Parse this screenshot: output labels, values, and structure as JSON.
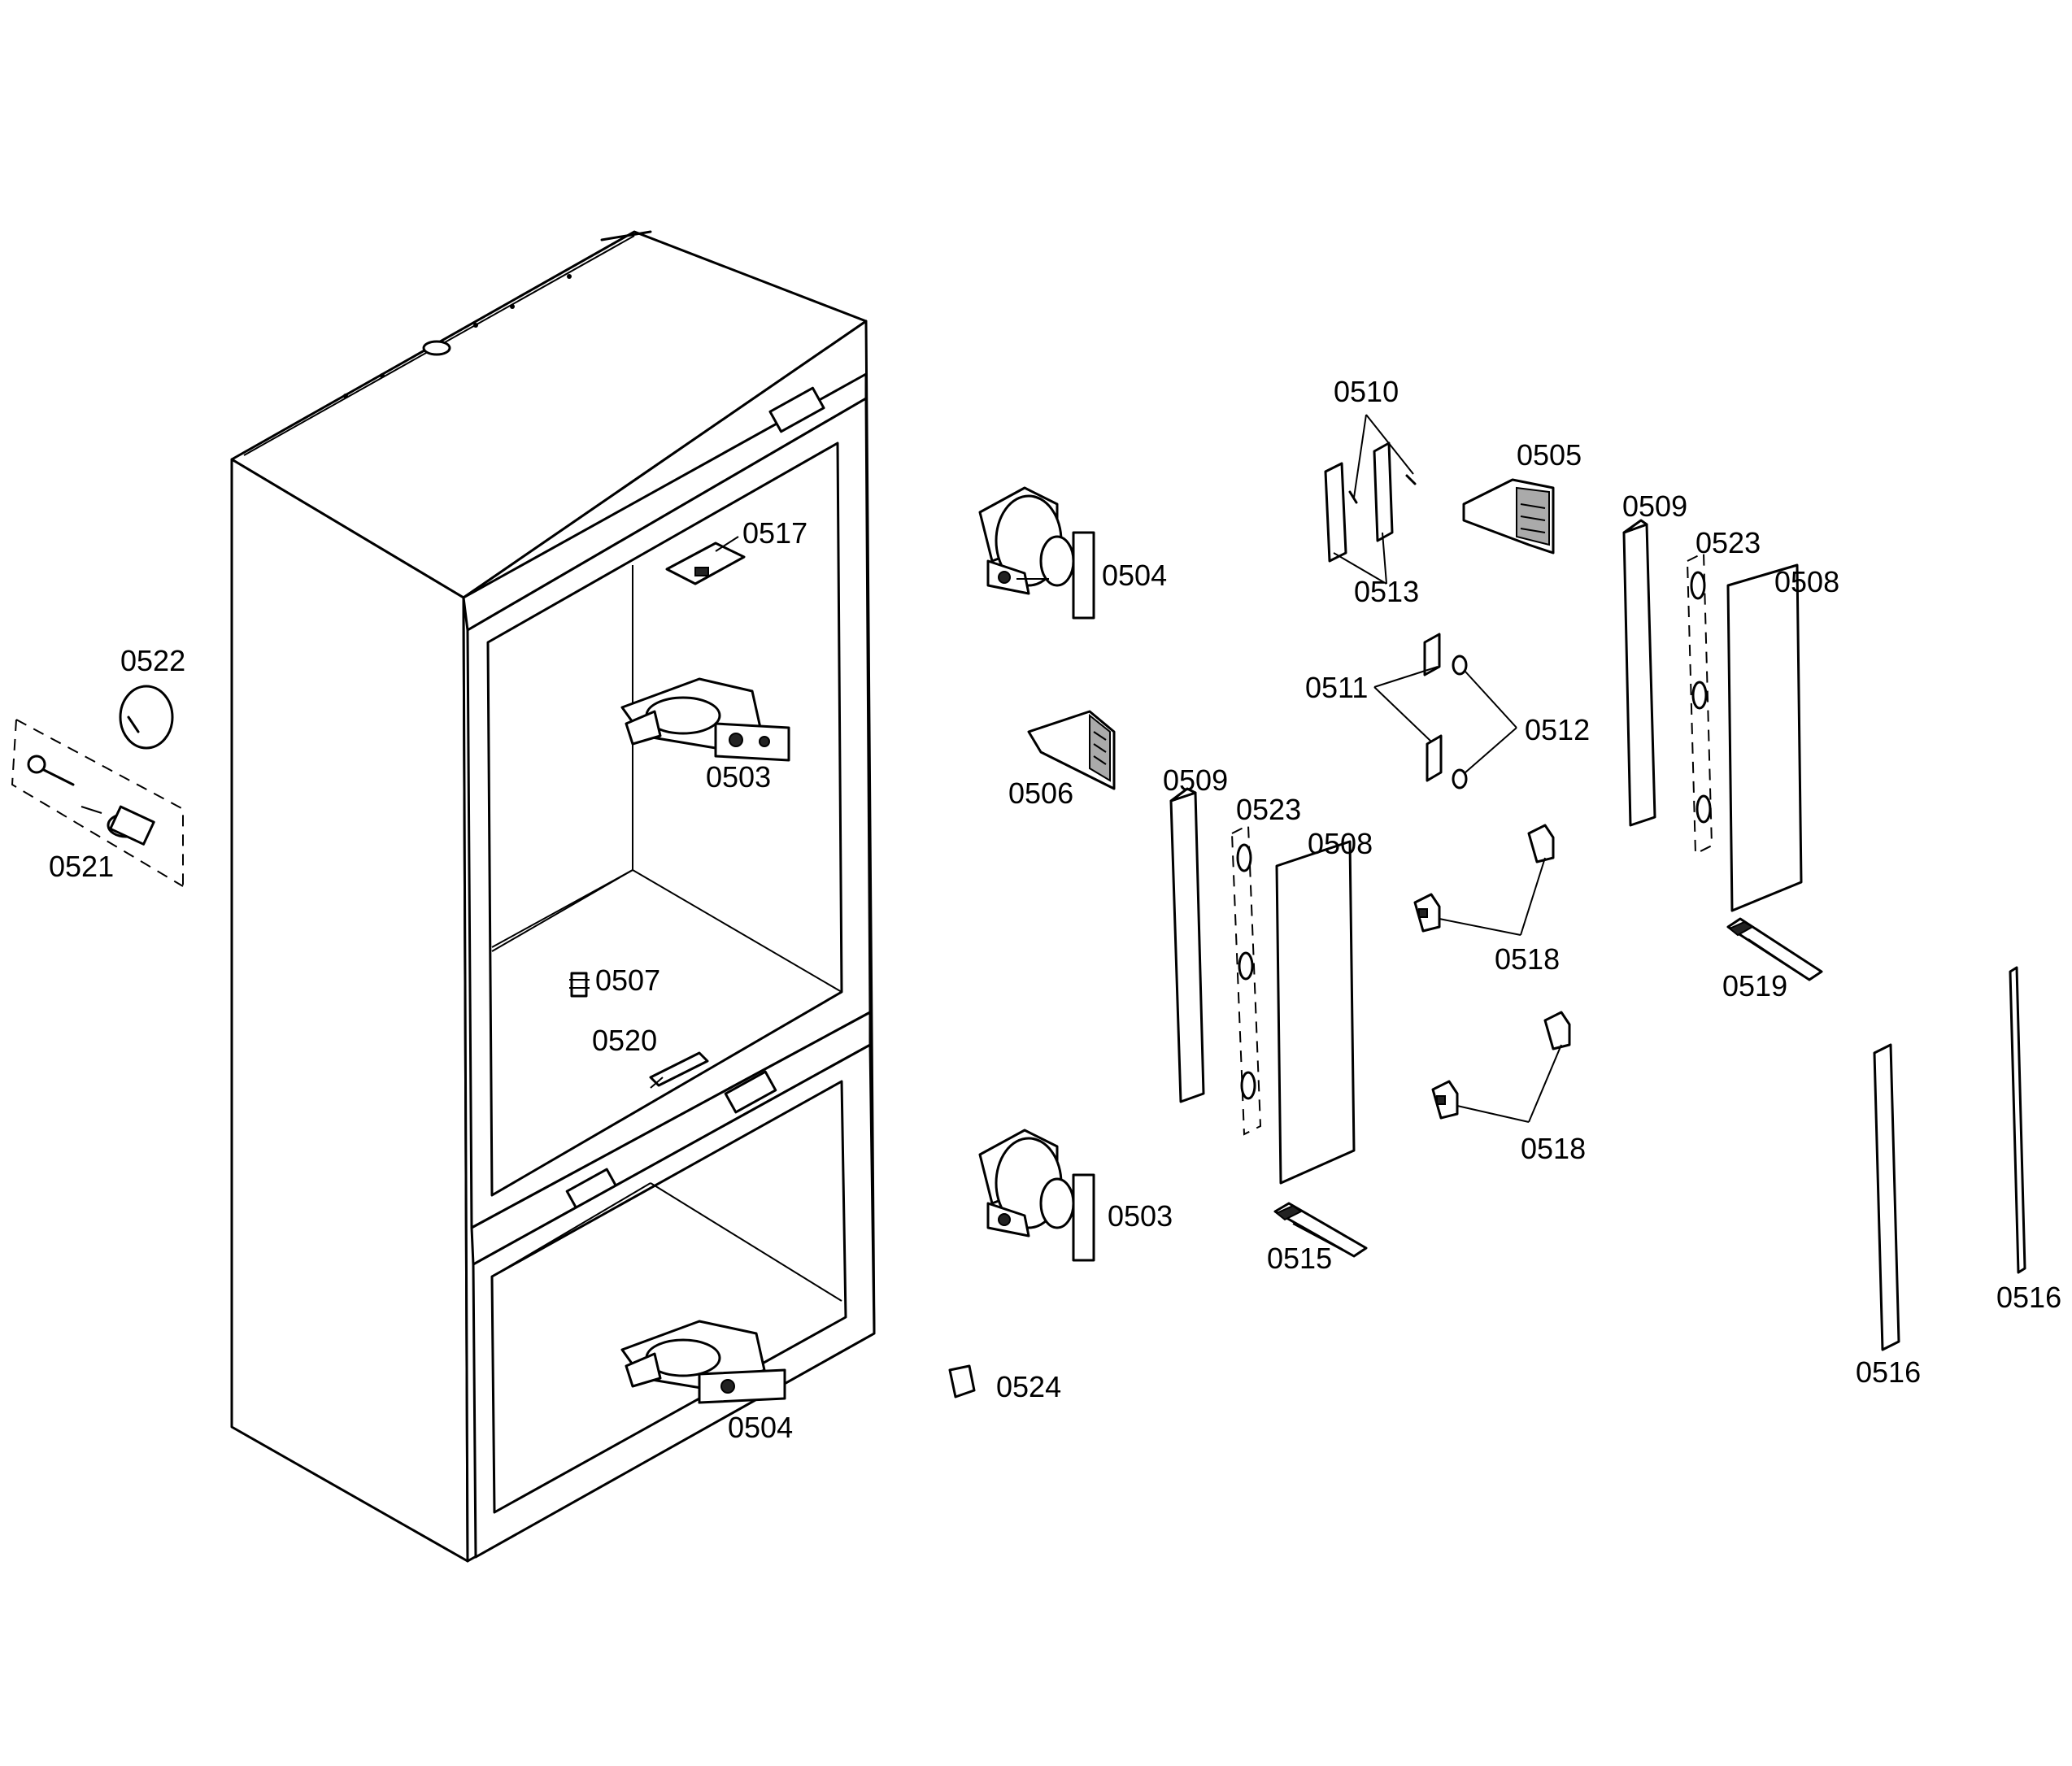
{
  "labels": {
    "p0503_top": "0503",
    "p0503_bottom": "0503",
    "p0504_top": "0504",
    "p0504_bottom": "0504",
    "p0505": "0505",
    "p0506": "0506",
    "p0507": "0507",
    "p0508_left": "0508",
    "p0508_right": "0508",
    "p0509_left": "0509",
    "p0509_right": "0509",
    "p0510": "0510",
    "p0511": "0511",
    "p0512": "0512",
    "p0513": "0513",
    "p0515": "0515",
    "p0516_left": "0516",
    "p0516_right": "0516",
    "p0517": "0517",
    "p0518_top": "0518",
    "p0518_bottom": "0518",
    "p0519": "0519",
    "p0520": "0520",
    "p0521": "0521",
    "p0522": "0522",
    "p0523_left": "0523",
    "p0523_right": "0523",
    "p0524": "0524"
  }
}
